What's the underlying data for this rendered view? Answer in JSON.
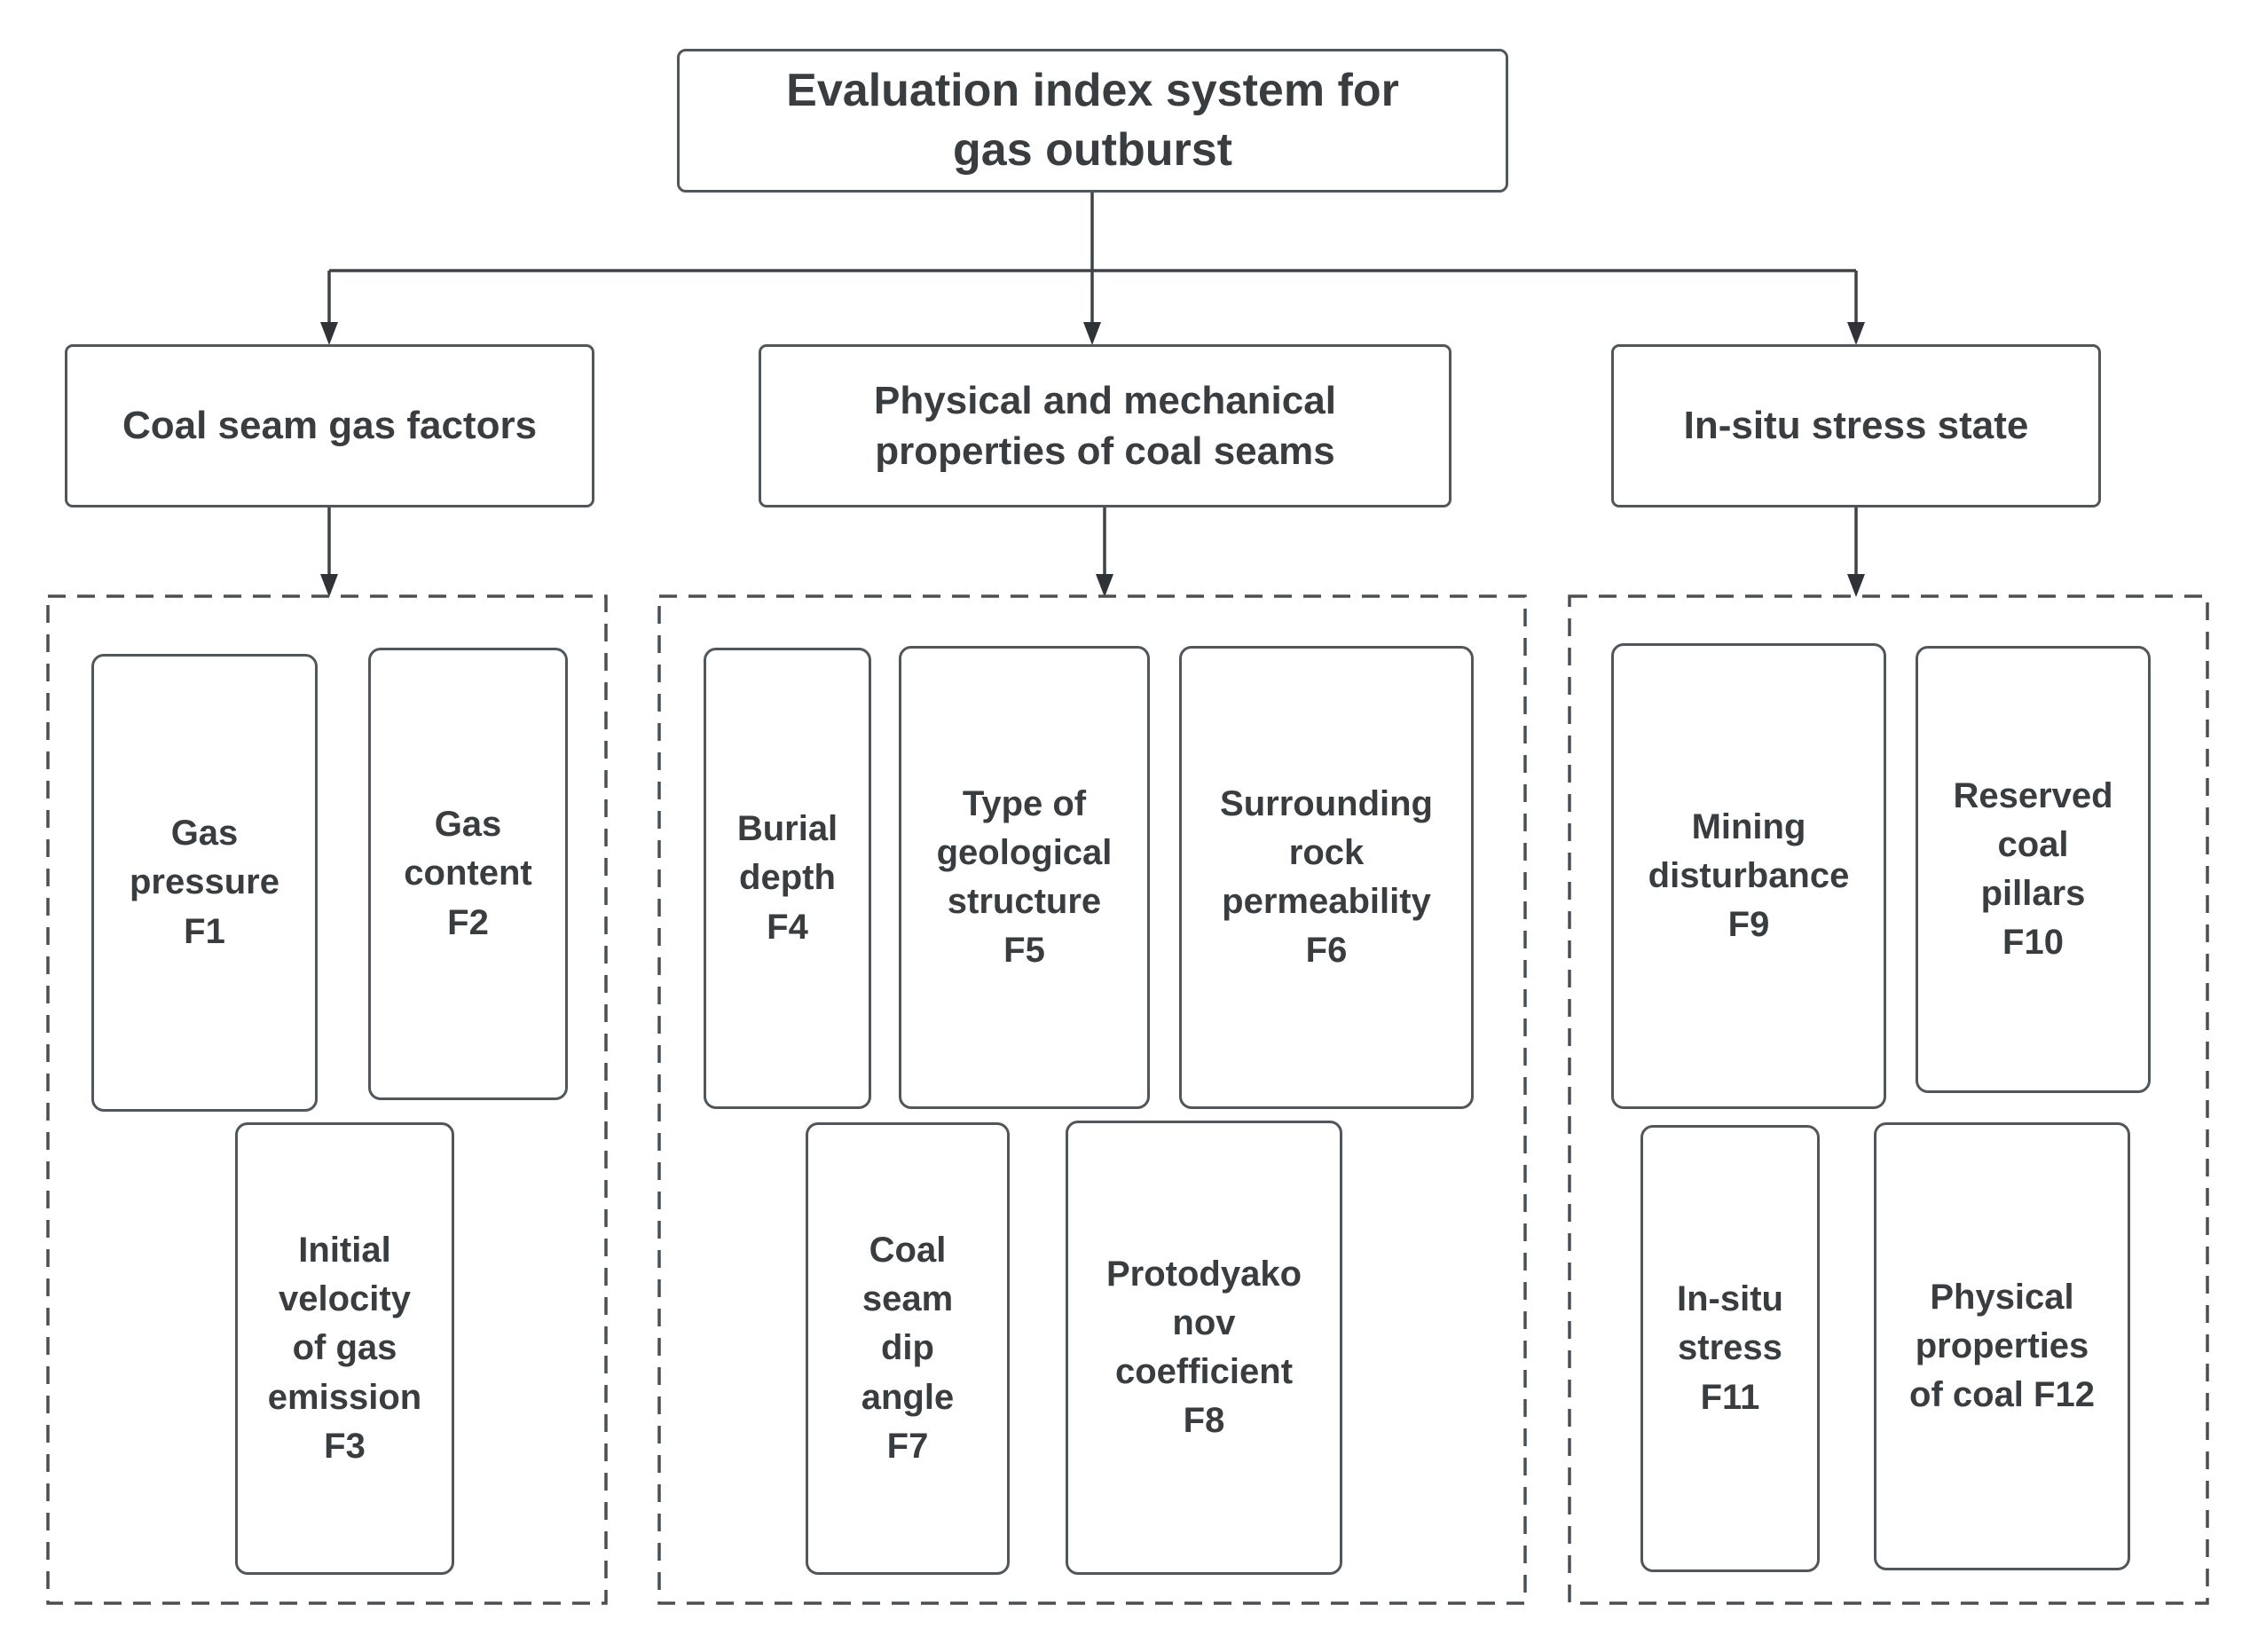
{
  "diagram": {
    "title": "Evaluation index system for\ngas outburst",
    "colors": {
      "background": "#ffffff",
      "box_border": "#51565b",
      "text": "#3a3d40",
      "connector": "#3f4347"
    },
    "branches": [
      {
        "label": "Coal seam gas factors",
        "factors": [
          {
            "code": "F1",
            "label": "Gas\npressure\nF1"
          },
          {
            "code": "F2",
            "label": "Gas\ncontent\nF2"
          },
          {
            "code": "F3",
            "label": "Initial\nvelocity\nof gas\nemission\nF3"
          }
        ]
      },
      {
        "label": "Physical and mechanical\nproperties of coal seams",
        "factors": [
          {
            "code": "F4",
            "label": "Burial\ndepth\nF4"
          },
          {
            "code": "F5",
            "label": "Type of\ngeological\nstructure\nF5"
          },
          {
            "code": "F6",
            "label": "Surrounding\nrock\npermeability\nF6"
          },
          {
            "code": "F7",
            "label": "Coal\nseam\ndip\nangle\nF7"
          },
          {
            "code": "F8",
            "label": "Protodyako\nnov\ncoefficient\nF8"
          }
        ]
      },
      {
        "label": "In-situ stress state",
        "factors": [
          {
            "code": "F9",
            "label": "Mining\ndisturbance\nF9"
          },
          {
            "code": "F10",
            "label": "Reserved\ncoal\npillars\nF10"
          },
          {
            "code": "F11",
            "label": "In-situ\nstress\nF11"
          },
          {
            "code": "F12",
            "label": "Physical\nproperties\nof coal F12"
          }
        ]
      }
    ]
  }
}
